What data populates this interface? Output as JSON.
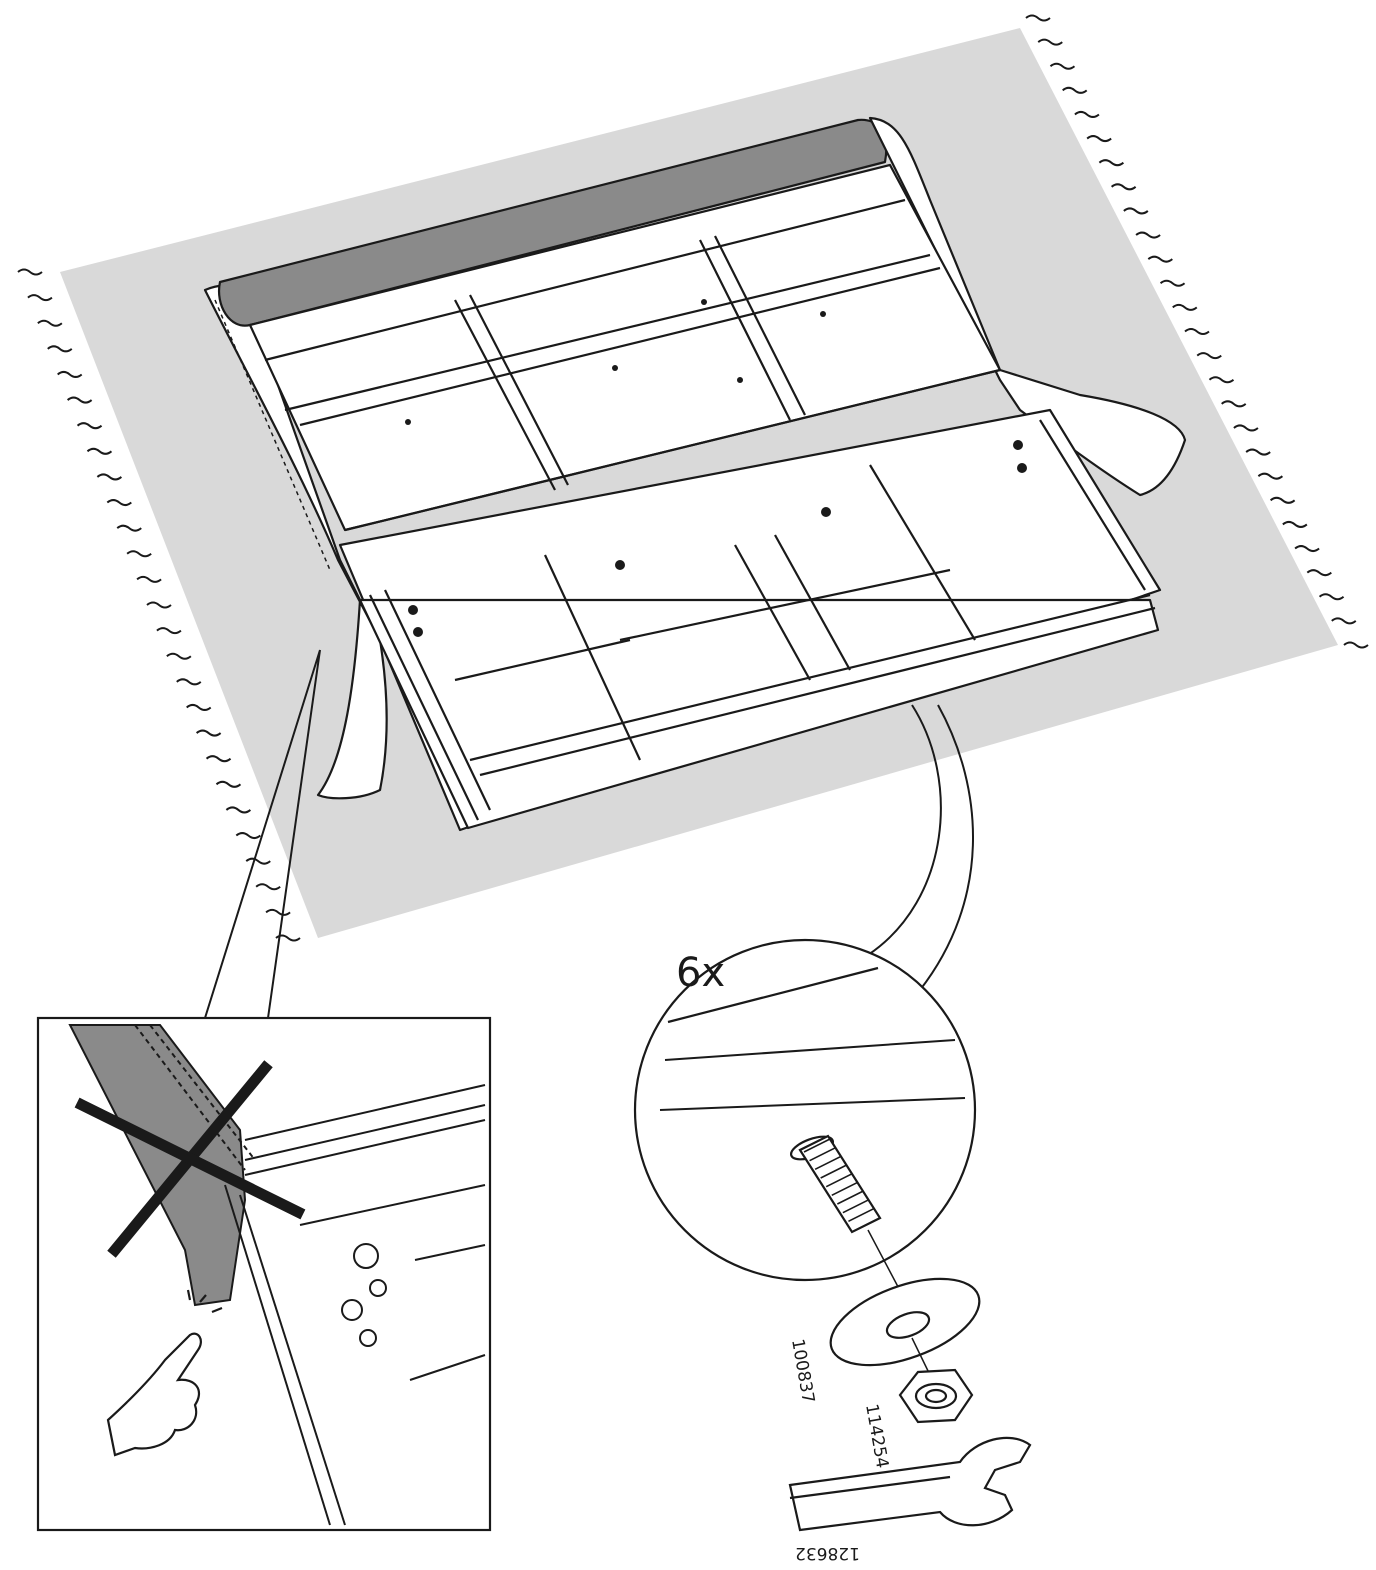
{
  "colors": {
    "ink": "#1a1a1a",
    "rug": "#d9d9d9",
    "upholstery": "#8a8a8a",
    "paper": "#ffffff"
  },
  "icons": [
    "rug-fringe",
    "sofa-frame-underside",
    "forbidden-cross-icon",
    "pointing-hand-icon",
    "bolt-icon",
    "washer-icon",
    "hex-nut-icon",
    "wrench-icon"
  ],
  "callout": {
    "quantity": "6x",
    "parts": {
      "washer_code": "100837",
      "nut_code": "114254",
      "wrench_code": "128632"
    }
  }
}
